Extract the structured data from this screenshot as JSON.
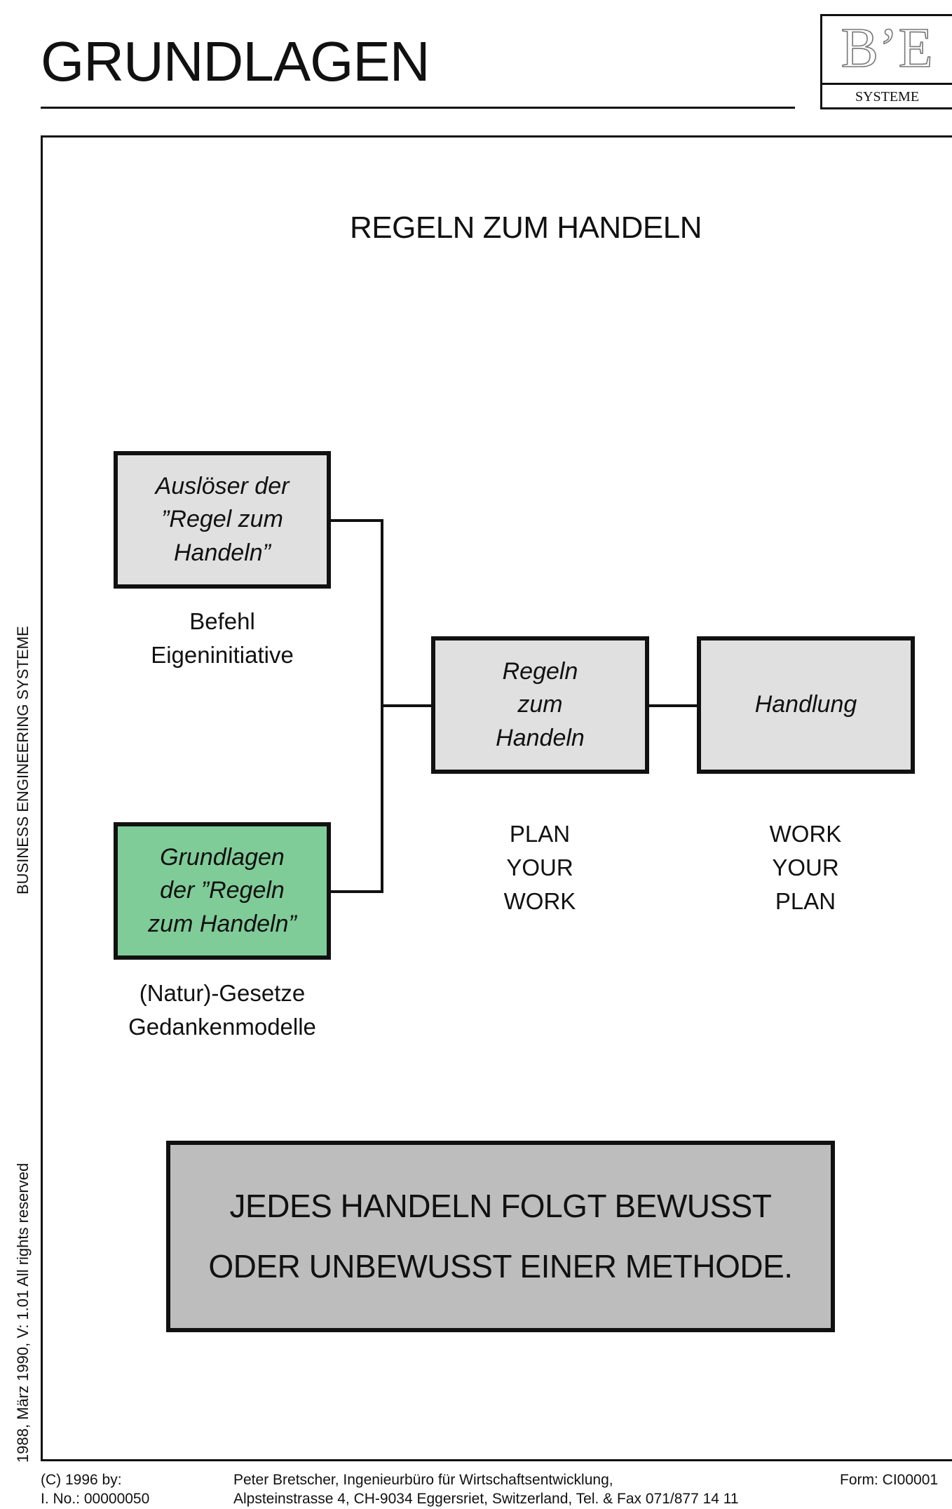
{
  "header": {
    "title": "GRUNDLAGEN",
    "logo_mark": "B’E",
    "logo_subtitle": "SYSTEME"
  },
  "diagram": {
    "title": "REGELN ZUM HANDELN",
    "box_trigger": [
      "Auslöser der",
      "”Regel zum",
      "Handeln”"
    ],
    "caption_trigger": [
      "Befehl",
      "Eigeninitiative"
    ],
    "box_basis": [
      "Grundlagen",
      "der ”Regeln",
      "zum Handeln”"
    ],
    "caption_basis": [
      "(Natur)-Gesetze",
      "Gedankenmodelle"
    ],
    "box_rules": [
      "Regeln",
      "zum",
      "Handeln"
    ],
    "caption_rules": [
      "PLAN",
      "YOUR",
      "WORK"
    ],
    "box_action": "Handlung",
    "caption_action": [
      "WORK",
      "YOUR",
      "PLAN"
    ]
  },
  "statement": {
    "line1": "JEDES HANDELN FOLGT BEWUSST",
    "line2": "ODER UNBEWUSST EINER METHODE."
  },
  "side": {
    "label": "BUSINESS ENGINEERING SYSTEME",
    "meta": "1988, März 1990, V: 1.01   All rights reserved"
  },
  "footer": {
    "copyright": "(C) 1996 by:",
    "doc_number": "I. No.: 00000050",
    "author_line1": "Peter Bretscher, Ingenieurbüro für Wirtschaftsentwicklung,",
    "author_line2": "Alpsteinstrasse 4, CH-9034 Eggersriet, Switzerland, Tel. & Fax 071/877 14 11",
    "form_id": "Form: CI00001"
  },
  "colors": {
    "box_fill": "#e0e0e0",
    "basis_fill": "#80cc98",
    "statement_fill": "#bdbdbd",
    "ink": "#111111"
  }
}
